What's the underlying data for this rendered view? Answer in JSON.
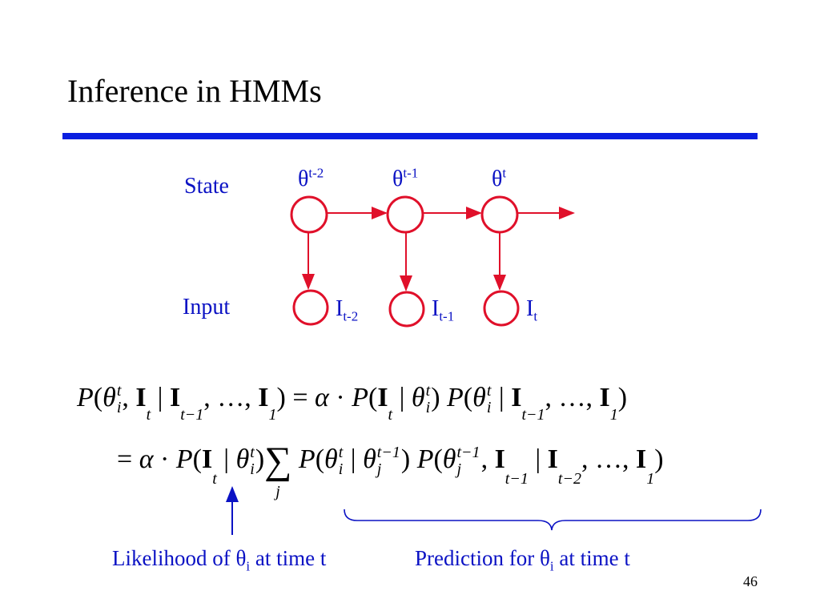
{
  "slide": {
    "title": "Inference in HMMs",
    "number": "46",
    "rule_color": "#0a1fe0",
    "text_color": "#0b12c4",
    "node_color": "#e0102a"
  },
  "diagram": {
    "row_labels": {
      "state": "State",
      "input": "Input"
    },
    "state_nodes": [
      {
        "base": "θ",
        "sup": "t-2"
      },
      {
        "base": "θ",
        "sup": "t-1"
      },
      {
        "base": "θ",
        "sup": "t"
      }
    ],
    "input_nodes": [
      {
        "base": "I",
        "sub": "t-2"
      },
      {
        "base": "I",
        "sub": "t-1"
      },
      {
        "base": "I",
        "sub": "t"
      }
    ]
  },
  "equation": {
    "line1": "P(θ_i^t, I_t | I_{t−1}, …, I_1) = α · P(I_t | θ_i^t) P(θ_i^t | I_{t−1}, …, I_1)",
    "line2": "= α · P(I_t | θ_i^t) Σ_j P(θ_i^t | θ_j^{t−1}) P(θ_j^{t−1}, I_{t−1} | I_{t−2}, …, I_1)"
  },
  "annotations": {
    "likelihood": {
      "pre": "Likelihood of ",
      "sym": "θ",
      "sub": "i",
      "post": " at time t"
    },
    "prediction": {
      "pre": "Prediction for ",
      "sym": "θ",
      "sub": "i",
      "post": " at time t"
    }
  }
}
